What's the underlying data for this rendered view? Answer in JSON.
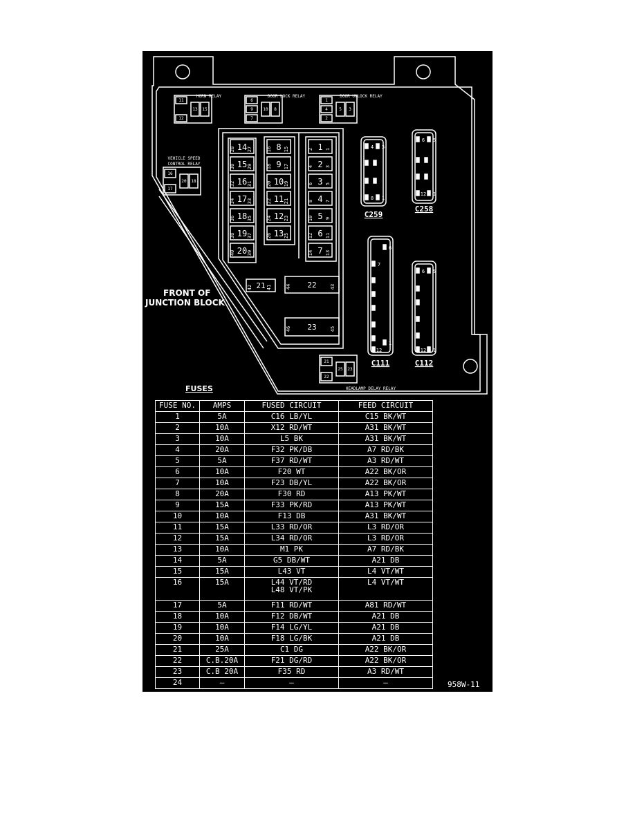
{
  "diagram": {
    "front_label_1": "FRONT OF",
    "front_label_2": "JUNCTION BLOCK",
    "fuses_heading": "FUSES",
    "figure_code": "958W-11",
    "relays": {
      "horn": {
        "label": "HORN RELAY",
        "pins": [
          "11",
          "13",
          "15",
          "12"
        ]
      },
      "door_lock": {
        "label": "DOOR LOCK RELAY",
        "pins": [
          "6",
          "9",
          "7",
          "10",
          "8"
        ]
      },
      "door_unlock": {
        "label": "DOOR UNLOCK RELAY",
        "pins": [
          "1",
          "4",
          "2",
          "5",
          "3"
        ]
      },
      "vehicle_speed": {
        "label1": "VEHICLE SPEED",
        "label2": "CONTROL RELAY",
        "pins": [
          "16",
          "17",
          "20",
          "18"
        ]
      },
      "headlamp": {
        "label": "HEADLAMP DELAY RELAY",
        "pins": [
          "21",
          "22",
          "25",
          "23"
        ]
      }
    },
    "connectors": {
      "c259": {
        "label": "C259",
        "pins": [
          "4",
          "3",
          "8",
          "1"
        ]
      },
      "c258": {
        "label": "C258",
        "pins": [
          "6",
          "5",
          "12",
          "1"
        ]
      },
      "c111": {
        "label": "C111",
        "pins": [
          "6",
          "7",
          "12",
          "1"
        ]
      },
      "c112": {
        "label": "C112",
        "pins": [
          "6",
          "5",
          "12",
          "1"
        ]
      }
    },
    "fuse_cells": {
      "left": [
        {
          "num": "14",
          "a": "28",
          "b": "27"
        },
        {
          "num": "15",
          "a": "30",
          "b": "29"
        },
        {
          "num": "16",
          "a": "32",
          "b": "31"
        },
        {
          "num": "17",
          "a": "34",
          "b": "33"
        },
        {
          "num": "18",
          "a": "36",
          "b": "35"
        },
        {
          "num": "19",
          "a": "38",
          "b": "37"
        },
        {
          "num": "20",
          "a": "40",
          "b": "39"
        }
      ],
      "middle": [
        {
          "num": "8",
          "a": "16",
          "b": "15"
        },
        {
          "num": "9",
          "a": "18",
          "b": "17"
        },
        {
          "num": "10",
          "a": "20",
          "b": "19"
        },
        {
          "num": "11",
          "a": "22",
          "b": "21"
        },
        {
          "num": "12",
          "a": "24",
          "b": "23"
        },
        {
          "num": "13",
          "a": "26",
          "b": "25"
        }
      ],
      "right": [
        {
          "num": "1",
          "a": "2",
          "b": "1"
        },
        {
          "num": "2",
          "a": "4",
          "b": "3"
        },
        {
          "num": "3",
          "a": "6",
          "b": "5"
        },
        {
          "num": "4",
          "a": "8",
          "b": "7"
        },
        {
          "num": "5",
          "a": "10",
          "b": "9"
        },
        {
          "num": "6",
          "a": "12",
          "b": "11"
        },
        {
          "num": "7",
          "a": "14",
          "b": "13"
        }
      ],
      "f21": {
        "num": "21",
        "a": "42",
        "b": "41"
      },
      "f22": {
        "num": "22",
        "a": "44",
        "b": "43"
      },
      "f23": {
        "num": "23",
        "a": "46",
        "b": "45"
      }
    }
  },
  "table": {
    "headers": [
      "FUSE NO.",
      "AMPS",
      "FUSED CIRCUIT",
      "FEED CIRCUIT"
    ],
    "rows": [
      {
        "no": "1",
        "amps": "5A",
        "fused": "C16 LB/YL",
        "fused2": "",
        "feed": "C15 BK/WT"
      },
      {
        "no": "2",
        "amps": "10A",
        "fused": "X12 RD/WT",
        "fused2": "",
        "feed": "A31 BK/WT"
      },
      {
        "no": "3",
        "amps": "10A",
        "fused": "L5 BK",
        "fused2": "",
        "feed": "A31 BK/WT"
      },
      {
        "no": "4",
        "amps": "20A",
        "fused": "F32 PK/DB",
        "fused2": "",
        "feed": "A7 RD/BK"
      },
      {
        "no": "5",
        "amps": "5A",
        "fused": "F37 RD/WT",
        "fused2": "",
        "feed": "A3 RD/WT"
      },
      {
        "no": "6",
        "amps": "10A",
        "fused": "F20 WT",
        "fused2": "",
        "feed": "A22 BK/OR"
      },
      {
        "no": "7",
        "amps": "10A",
        "fused": "F23 DB/YL",
        "fused2": "",
        "feed": "A22 BK/OR"
      },
      {
        "no": "8",
        "amps": "20A",
        "fused": "F30 RD",
        "fused2": "",
        "feed": "A13 PK/WT"
      },
      {
        "no": "9",
        "amps": "15A",
        "fused": "F33 PK/RD",
        "fused2": "",
        "feed": "A13 PK/WT"
      },
      {
        "no": "10",
        "amps": "10A",
        "fused": "F13 DB",
        "fused2": "",
        "feed": "A31 BK/WT"
      },
      {
        "no": "11",
        "amps": "15A",
        "fused": "L33 RD/OR",
        "fused2": "",
        "feed": "L3 RD/OR"
      },
      {
        "no": "12",
        "amps": "15A",
        "fused": "L34 RD/OR",
        "fused2": "",
        "feed": "L3 RD/OR"
      },
      {
        "no": "13",
        "amps": "10A",
        "fused": "M1 PK",
        "fused2": "",
        "feed": "A7 RD/BK"
      },
      {
        "no": "14",
        "amps": "5A",
        "fused": "G5 DB/WT",
        "fused2": "",
        "feed": "A21 DB"
      },
      {
        "no": "15",
        "amps": "15A",
        "fused": "L43 VT",
        "fused2": "",
        "feed": "L4 VT/WT"
      },
      {
        "no": "16",
        "amps": "15A",
        "fused": "L44 VT/RD",
        "fused2": "L48 VT/PK",
        "feed": "L4 VT/WT"
      },
      {
        "no": "17",
        "amps": "5A",
        "fused": "F11 RD/WT",
        "fused2": "",
        "feed": "A81 RD/WT"
      },
      {
        "no": "18",
        "amps": "10A",
        "fused": "F12 DB/WT",
        "fused2": "",
        "feed": "A21 DB"
      },
      {
        "no": "19",
        "amps": "10A",
        "fused": "F14 LG/YL",
        "fused2": "",
        "feed": "A21 DB"
      },
      {
        "no": "20",
        "amps": "10A",
        "fused": "F18 LG/BK",
        "fused2": "",
        "feed": "A21 DB"
      },
      {
        "no": "21",
        "amps": "25A",
        "fused": "C1 DG",
        "fused2": "",
        "feed": "A22 BK/OR"
      },
      {
        "no": "22",
        "amps": "C.B.20A",
        "fused": "F21 DG/RD",
        "fused2": "",
        "feed": "A22 BK/OR"
      },
      {
        "no": "23",
        "amps": "C.B 20A",
        "fused": "F35 RD",
        "fused2": "",
        "feed": "A3 RD/WT"
      },
      {
        "no": "24",
        "amps": "–",
        "fused": "–",
        "fused2": "",
        "feed": "–"
      }
    ]
  }
}
